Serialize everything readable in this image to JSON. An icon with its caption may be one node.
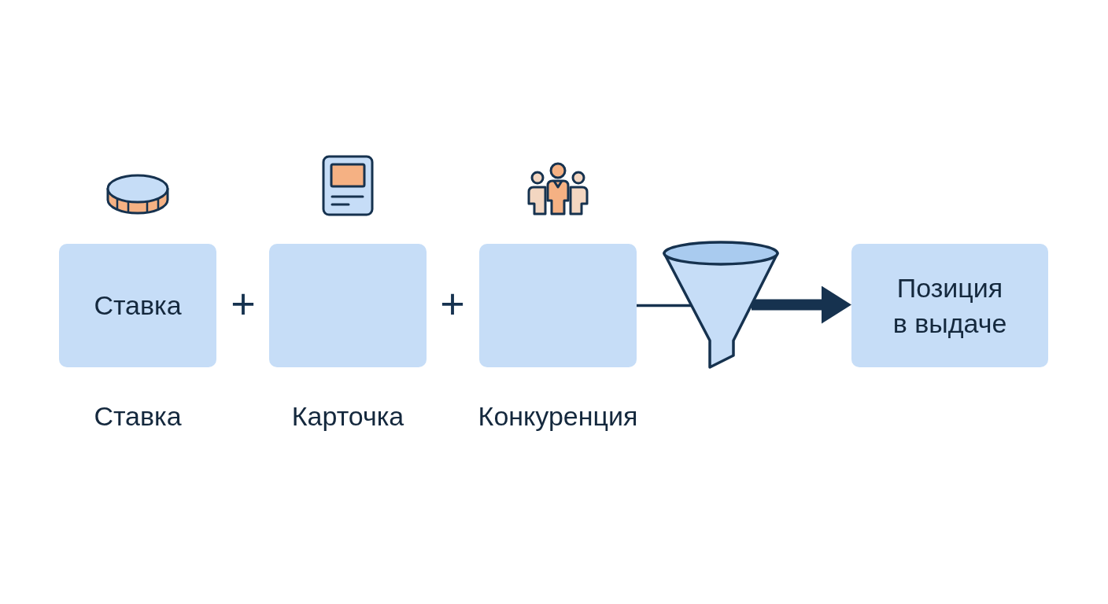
{
  "diagram": {
    "nodes": [
      {
        "text": [
          "Ставка"
        ],
        "beside": [
          "Ставка"
        ]
      },
      {
        "text": [],
        "shape": "box",
        "beside": [
          "Карточка"
        ]
      },
      {
        "text": [],
        "shape": "box",
        "beside": [
          "Конкуренция"
        ]
      },
      {
        "text": [],
        "shape": "funnel"
      },
      {
        "text": [
          "Позиция в выдаче"
        ]
      }
    ],
    "edges": [
      {
        "from": 2,
        "to": 3,
        "arrow": "none"
      },
      {
        "from": 3,
        "to": 4,
        "arrow": "to",
        "style": "thick"
      }
    ],
    "labels": [
      "+",
      "+"
    ]
  }
}
